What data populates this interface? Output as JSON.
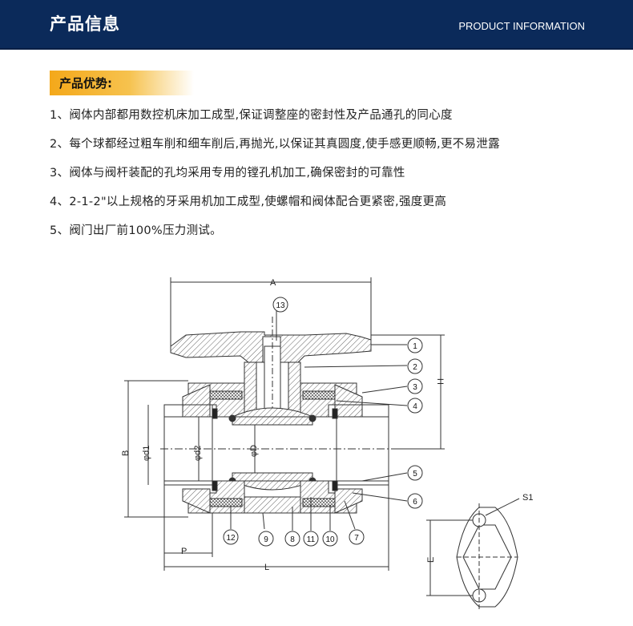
{
  "header": {
    "title": "产品信息",
    "subtitle_en": "PRODUCT INFORMATION"
  },
  "advantages": {
    "heading": "产品优势:",
    "items": [
      "1、阀体内部都用数控机床加工成型,保证调整座的密封性及产品通孔的同心度",
      "2、每个球都经过粗车削和细车削后,再抛光,以保证其真圆度,使手感更顺畅,更不易泄露",
      "3、阀体与阀杆装配的孔均采用专用的镗孔机加工,确保密封的可靠性",
      "4、2-1-2\"以上规格的牙采用机加工成型,使螺帽和阀体配合更紧密,强度更高",
      "5、阀门出厂前100%压力测试。"
    ]
  },
  "drawing": {
    "dimensions": {
      "A": "A",
      "H": "H",
      "B": "B",
      "L": "L",
      "P": "P",
      "E": "E",
      "d1": "φd1",
      "d2": "φd2",
      "D": "φD"
    },
    "callouts": [
      "1",
      "2",
      "3",
      "4",
      "5",
      "6",
      "7",
      "8",
      "9",
      "10",
      "11",
      "12",
      "13"
    ],
    "flange_label": "S1"
  }
}
